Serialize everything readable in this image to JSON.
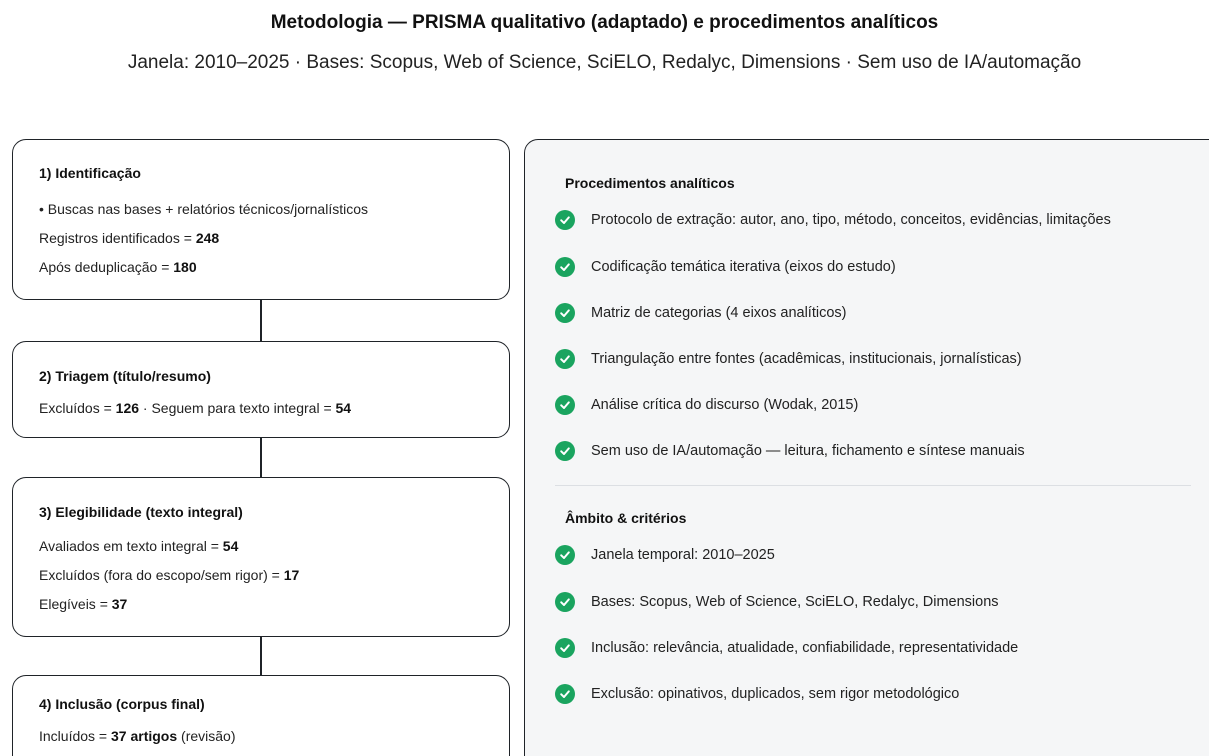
{
  "title": "Metodologia — PRISMA qualitativo (adaptado) e procedimentos analíticos",
  "subtitle": "Janela: 2010–2025 · Bases: Scopus, Web of Science, SciELO, Redalyc, Dimensions · Sem uso de IA/automação",
  "flow": {
    "stage1": {
      "heading": "1) Identificação",
      "line1": "• Buscas nas bases + relatórios técnicos/jornalísticos",
      "line2_prefix": "Registros identificados = ",
      "line2_value": "248",
      "line3_prefix": "Após deduplicação = ",
      "line3_value": "180"
    },
    "stage2": {
      "heading": "2) Triagem (título/resumo)",
      "line1_prefix": "Excluídos = ",
      "line1_value1": "126",
      "line1_mid": " · Seguem para texto integral = ",
      "line1_value2": "54"
    },
    "stage3": {
      "heading": "3) Elegibilidade (texto integral)",
      "line1_prefix": "Avaliados em texto integral = ",
      "line1_value": "54",
      "line2_prefix": "Excluídos (fora do escopo/sem rigor) = ",
      "line2_value": "17",
      "line3_prefix": "Elegíveis = ",
      "line3_value": "37"
    },
    "stage4": {
      "heading": "4) Inclusão (corpus final)",
      "line1_prefix": "Incluídos = ",
      "line1_value": "37 artigos",
      "line1_suffix": " (revisão)"
    }
  },
  "panel": {
    "section1_title": "Procedimentos analíticos",
    "section1_items": [
      "Protocolo de extração: autor, ano, tipo, método, conceitos, evidências, limitações",
      "Codificação temática iterativa (eixos do estudo)",
      "Matriz de categorias (4 eixos analíticos)",
      "Triangulação entre fontes (acadêmicas, institucionais, jornalísticas)",
      "Análise crítica do discurso (Wodak, 2015)",
      "Sem uso de IA/automação — leitura, fichamento e síntese manuais"
    ],
    "section2_title": "Âmbito & critérios",
    "section2_items": [
      "Janela temporal: 2010–2025",
      "Bases: Scopus, Web of Science, SciELO, Redalyc, Dimensions",
      "Inclusão: relevância, atualidade, confiabilidade, representatividade",
      "Exclusão: opinativos, duplicados, sem rigor metodológico"
    ]
  },
  "colors": {
    "check_green": "#1aa45f",
    "border": "#1f2328",
    "panel_bg": "#f5f6f7"
  },
  "icons": {
    "bullet": "check-circle-icon"
  }
}
